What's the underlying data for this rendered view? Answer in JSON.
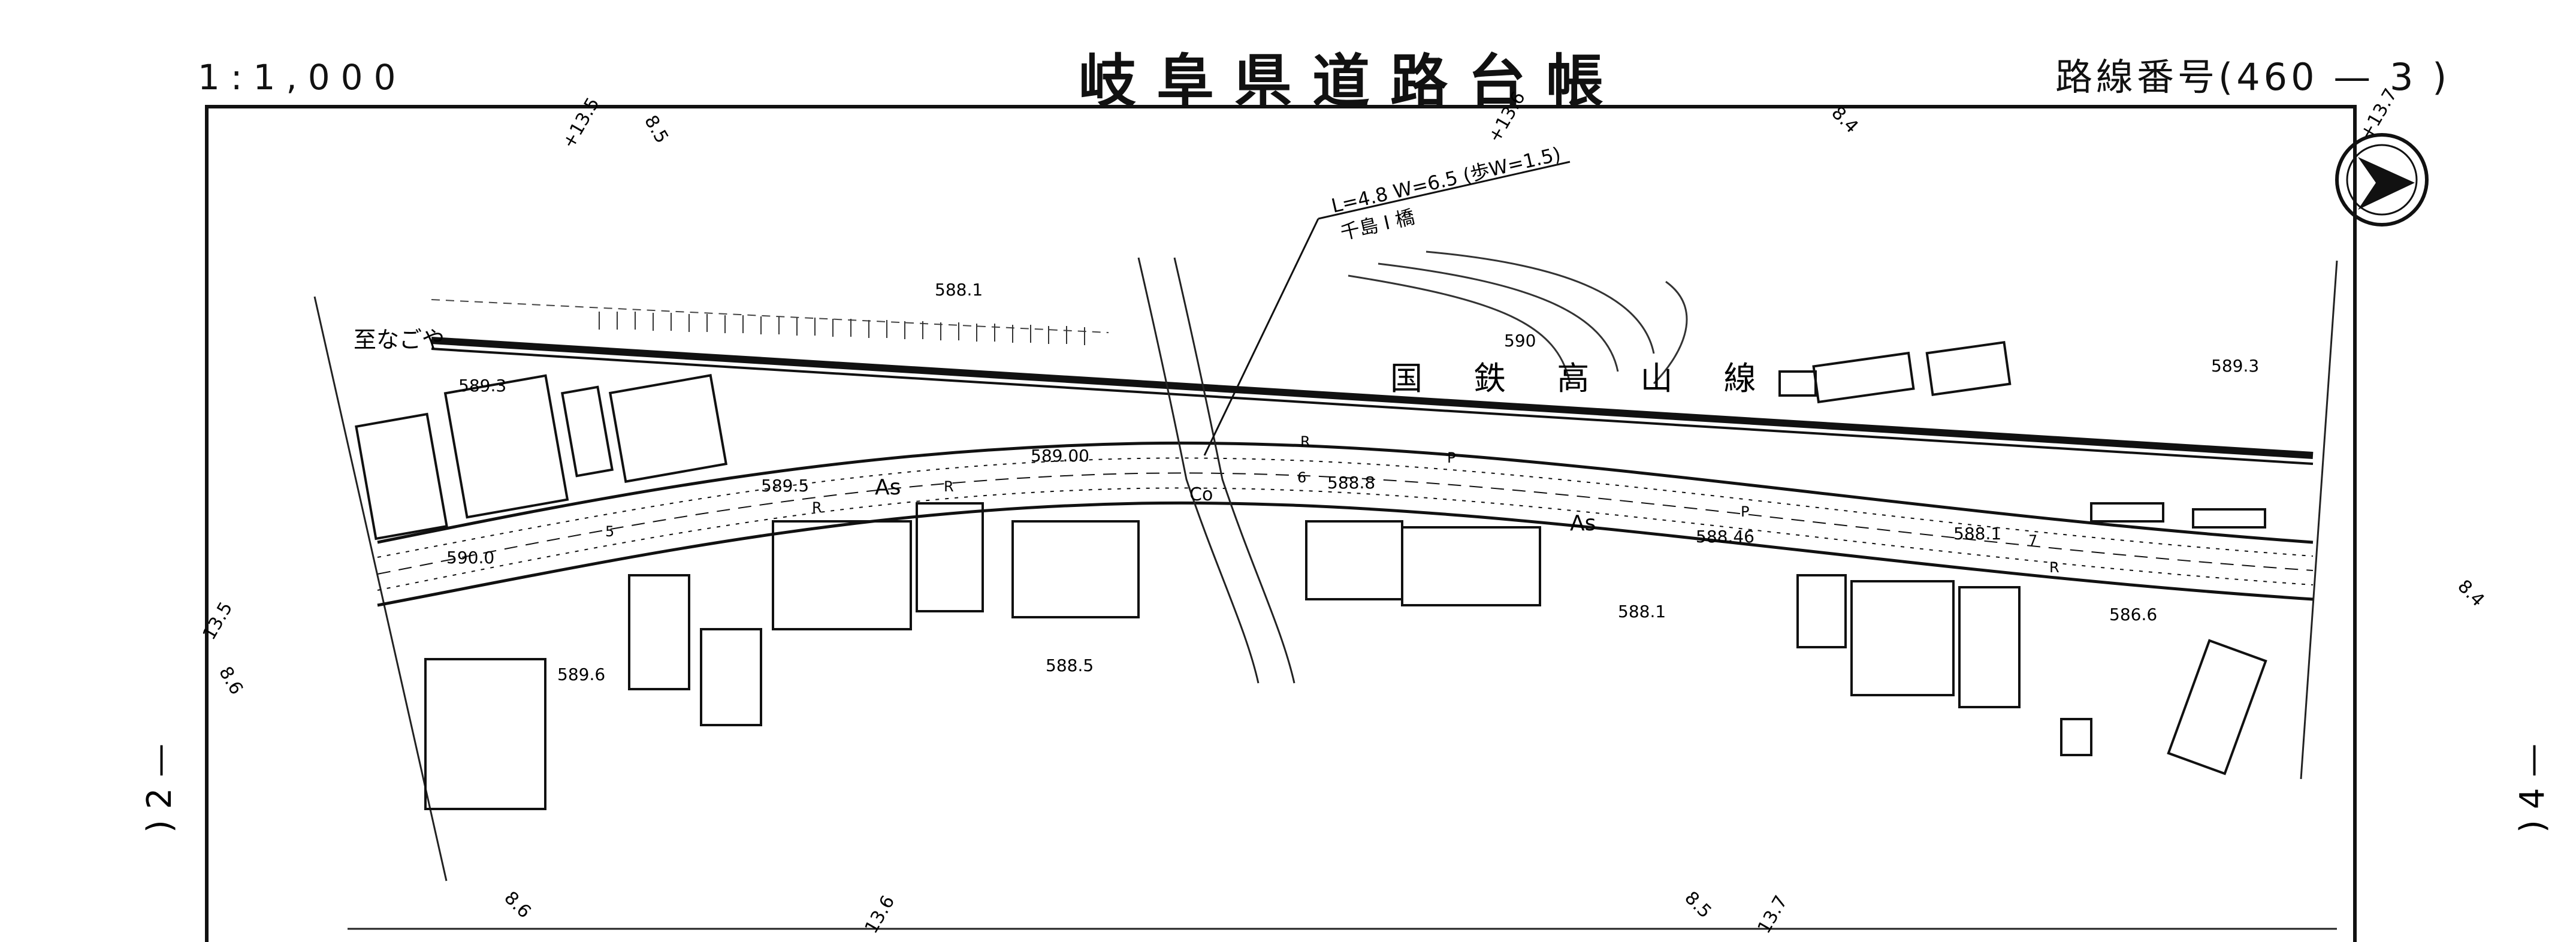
{
  "header": {
    "scale": "1:1,000",
    "title": "岐阜県道路台帳",
    "route_number": "路線番号(460 — 3 )"
  },
  "map": {
    "railway_label": "国 鉄 高 山 線",
    "destination_label": "至なごや",
    "bridge_spec": "L=4.8 W=6.5 (歩W=1.5)",
    "bridge_name": "千島 I 橋",
    "elevations": [
      "588.1",
      "589.3",
      "589.00",
      "589.5",
      "588.8",
      "590.0",
      "589.6",
      "588.5",
      "590",
      "588.46",
      "588.1",
      "588.1",
      "586.6",
      "589.3"
    ],
    "surface_labels": [
      "As",
      "As",
      "Co"
    ],
    "marker_labels": [
      "R",
      "R",
      "R",
      "R",
      "P",
      "P",
      "5",
      "6",
      "7"
    ],
    "station_labels": [
      "+13.5",
      "8.5",
      "+13.6",
      "8.4",
      "+13.7",
      "13.5",
      "8.6",
      "8.4",
      "8.6",
      "13.6",
      "8.5",
      "13.7"
    ],
    "adjacent_sheets": {
      "left": ") 2 —",
      "right": ") 4 —"
    }
  }
}
